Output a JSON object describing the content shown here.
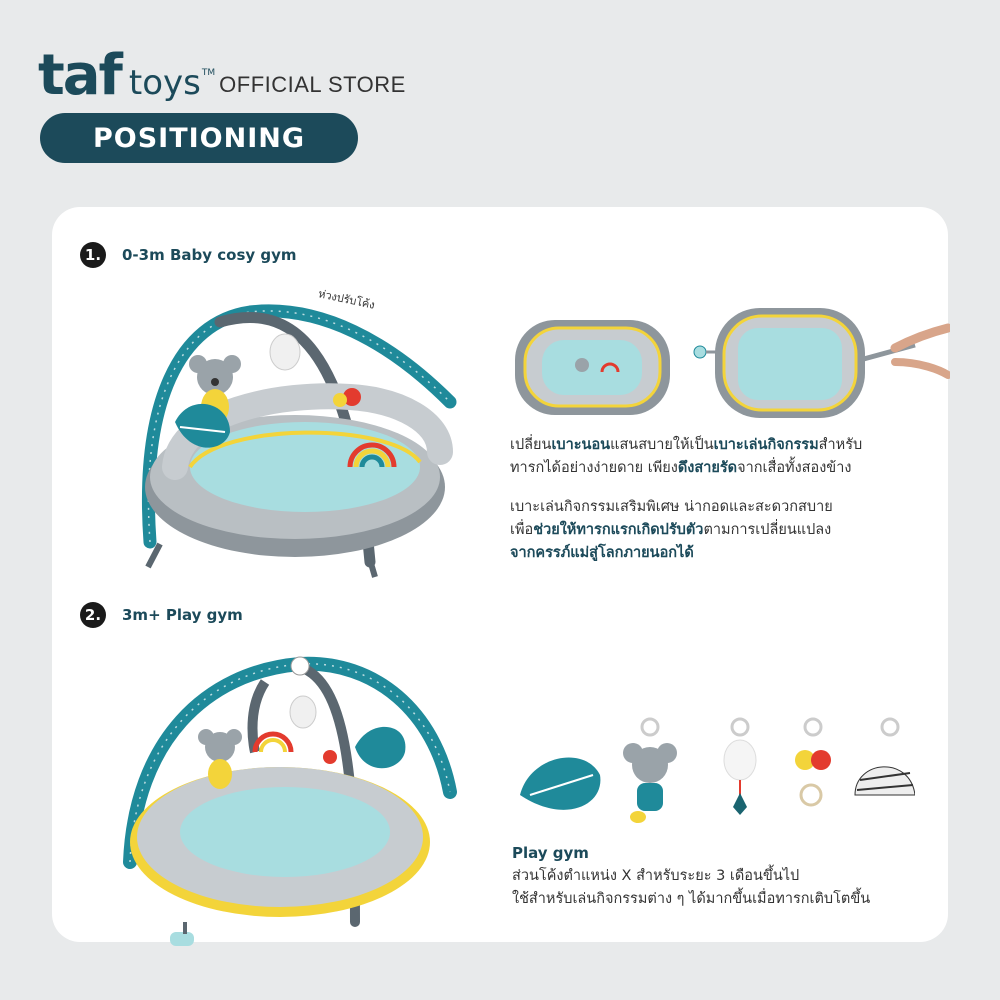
{
  "header": {
    "brand_taf": "taf",
    "brand_toys": "toys",
    "brand_tm": "TM",
    "store": "OFFICIAL STORE",
    "section_title": "POSITIONING"
  },
  "step1": {
    "number": "1.",
    "label": "0-3m Baby cosy gym",
    "note": "ห่วงปรับโค้ง",
    "para1_line1_a": "เปลี่ยน",
    "para1_line1_b": "เบาะนอน",
    "para1_line1_c": "แสนสบายให้เป็น",
    "para1_line1_d": "เบาะเล่นกิจกรรม",
    "para1_line1_e": "สำหรับ",
    "para1_line2_a": "ทารกได้อย่างง่ายดาย เพียง",
    "para1_line2_b": "ดึงสายรัด",
    "para1_line2_c": "จากเสื่อทั้งสองข้าง",
    "para2_line1": "เบาะเล่นกิจกรรมเสริมพิเศษ น่ากอดและสะดวกสบาย",
    "para2_line2_a": "เพื่อ",
    "para2_line2_b": "ช่วยให้ทารกแรกเกิดปรับตัว",
    "para2_line2_c": "ตามการเปลี่ยนแปลง",
    "para2_line3": "จากครรภ์แม่สู่โลกภายนอกได้"
  },
  "step2": {
    "number": "2.",
    "label": "3m+ Play gym",
    "title": "Play gym",
    "line1": "ส่วนโค้งตำแหน่ง X สำหรับระยะ 3 เดือนขึ้นไป",
    "line2": "ใช้สำหรับเล่นกิจกรรมต่าง ๆ ได้มากขึ้นเมื่อทารกเติบโตขึ้น"
  },
  "colors": {
    "brand": "#1c4a5a",
    "arch_teal": "#1f8a9a",
    "arch_dark": "#5b6770",
    "mat_gray": "#8e969c",
    "mat_blue": "#a8dde0",
    "yellow": "#f3d43a",
    "red": "#e33b2e"
  },
  "icons": [
    "koala-toy-icon",
    "leaf-toy-icon",
    "rattle-toy-icon",
    "bird-toy-icon",
    "cloud-toy-icon",
    "rainbow-icon",
    "teether-icon"
  ]
}
